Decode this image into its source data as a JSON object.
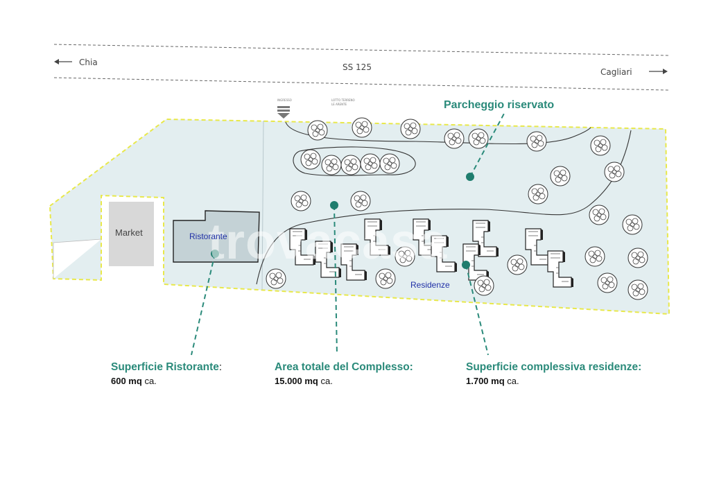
{
  "road": {
    "left_direction": "Chia",
    "center_name": "SS 125",
    "right_direction": "Cagliari"
  },
  "labels": {
    "market": "Market",
    "ristorante": "Ristorante",
    "residenze": "Residenze",
    "parcheggio": "Parcheggio riservato",
    "ingresso": "INGRESSO",
    "lotto_line1": "LOTTO TERRENO",
    "lotto_line2": "LE ARENTE"
  },
  "stats": {
    "ristorante": {
      "title": "Superficie Ristorante",
      "suffix": ":",
      "value": "600 mq",
      "unit": "ca."
    },
    "complesso": {
      "title": "Area totale del Complesso:",
      "value": "15.000 mq",
      "unit": "ca."
    },
    "residenze": {
      "title": "Superficie complessiva residenze:",
      "value": "1.700 mq",
      "unit": "ca."
    }
  },
  "watermark": "trovacasa",
  "colors": {
    "accent_green": "#2a8a7a",
    "site_fill": "#e3eef0",
    "boundary": "#e8e84a",
    "market_fill": "#d8d8d8",
    "restaurant_fill": "#c4d2d6",
    "label_blue": "#1f2fa6"
  },
  "icons": {
    "arrow_left": "arrow-left-icon",
    "arrow_right": "arrow-right-icon",
    "entrance": "entrance-arrow-icon",
    "tree": "tree-icon",
    "marker": "marker-dot-icon"
  }
}
